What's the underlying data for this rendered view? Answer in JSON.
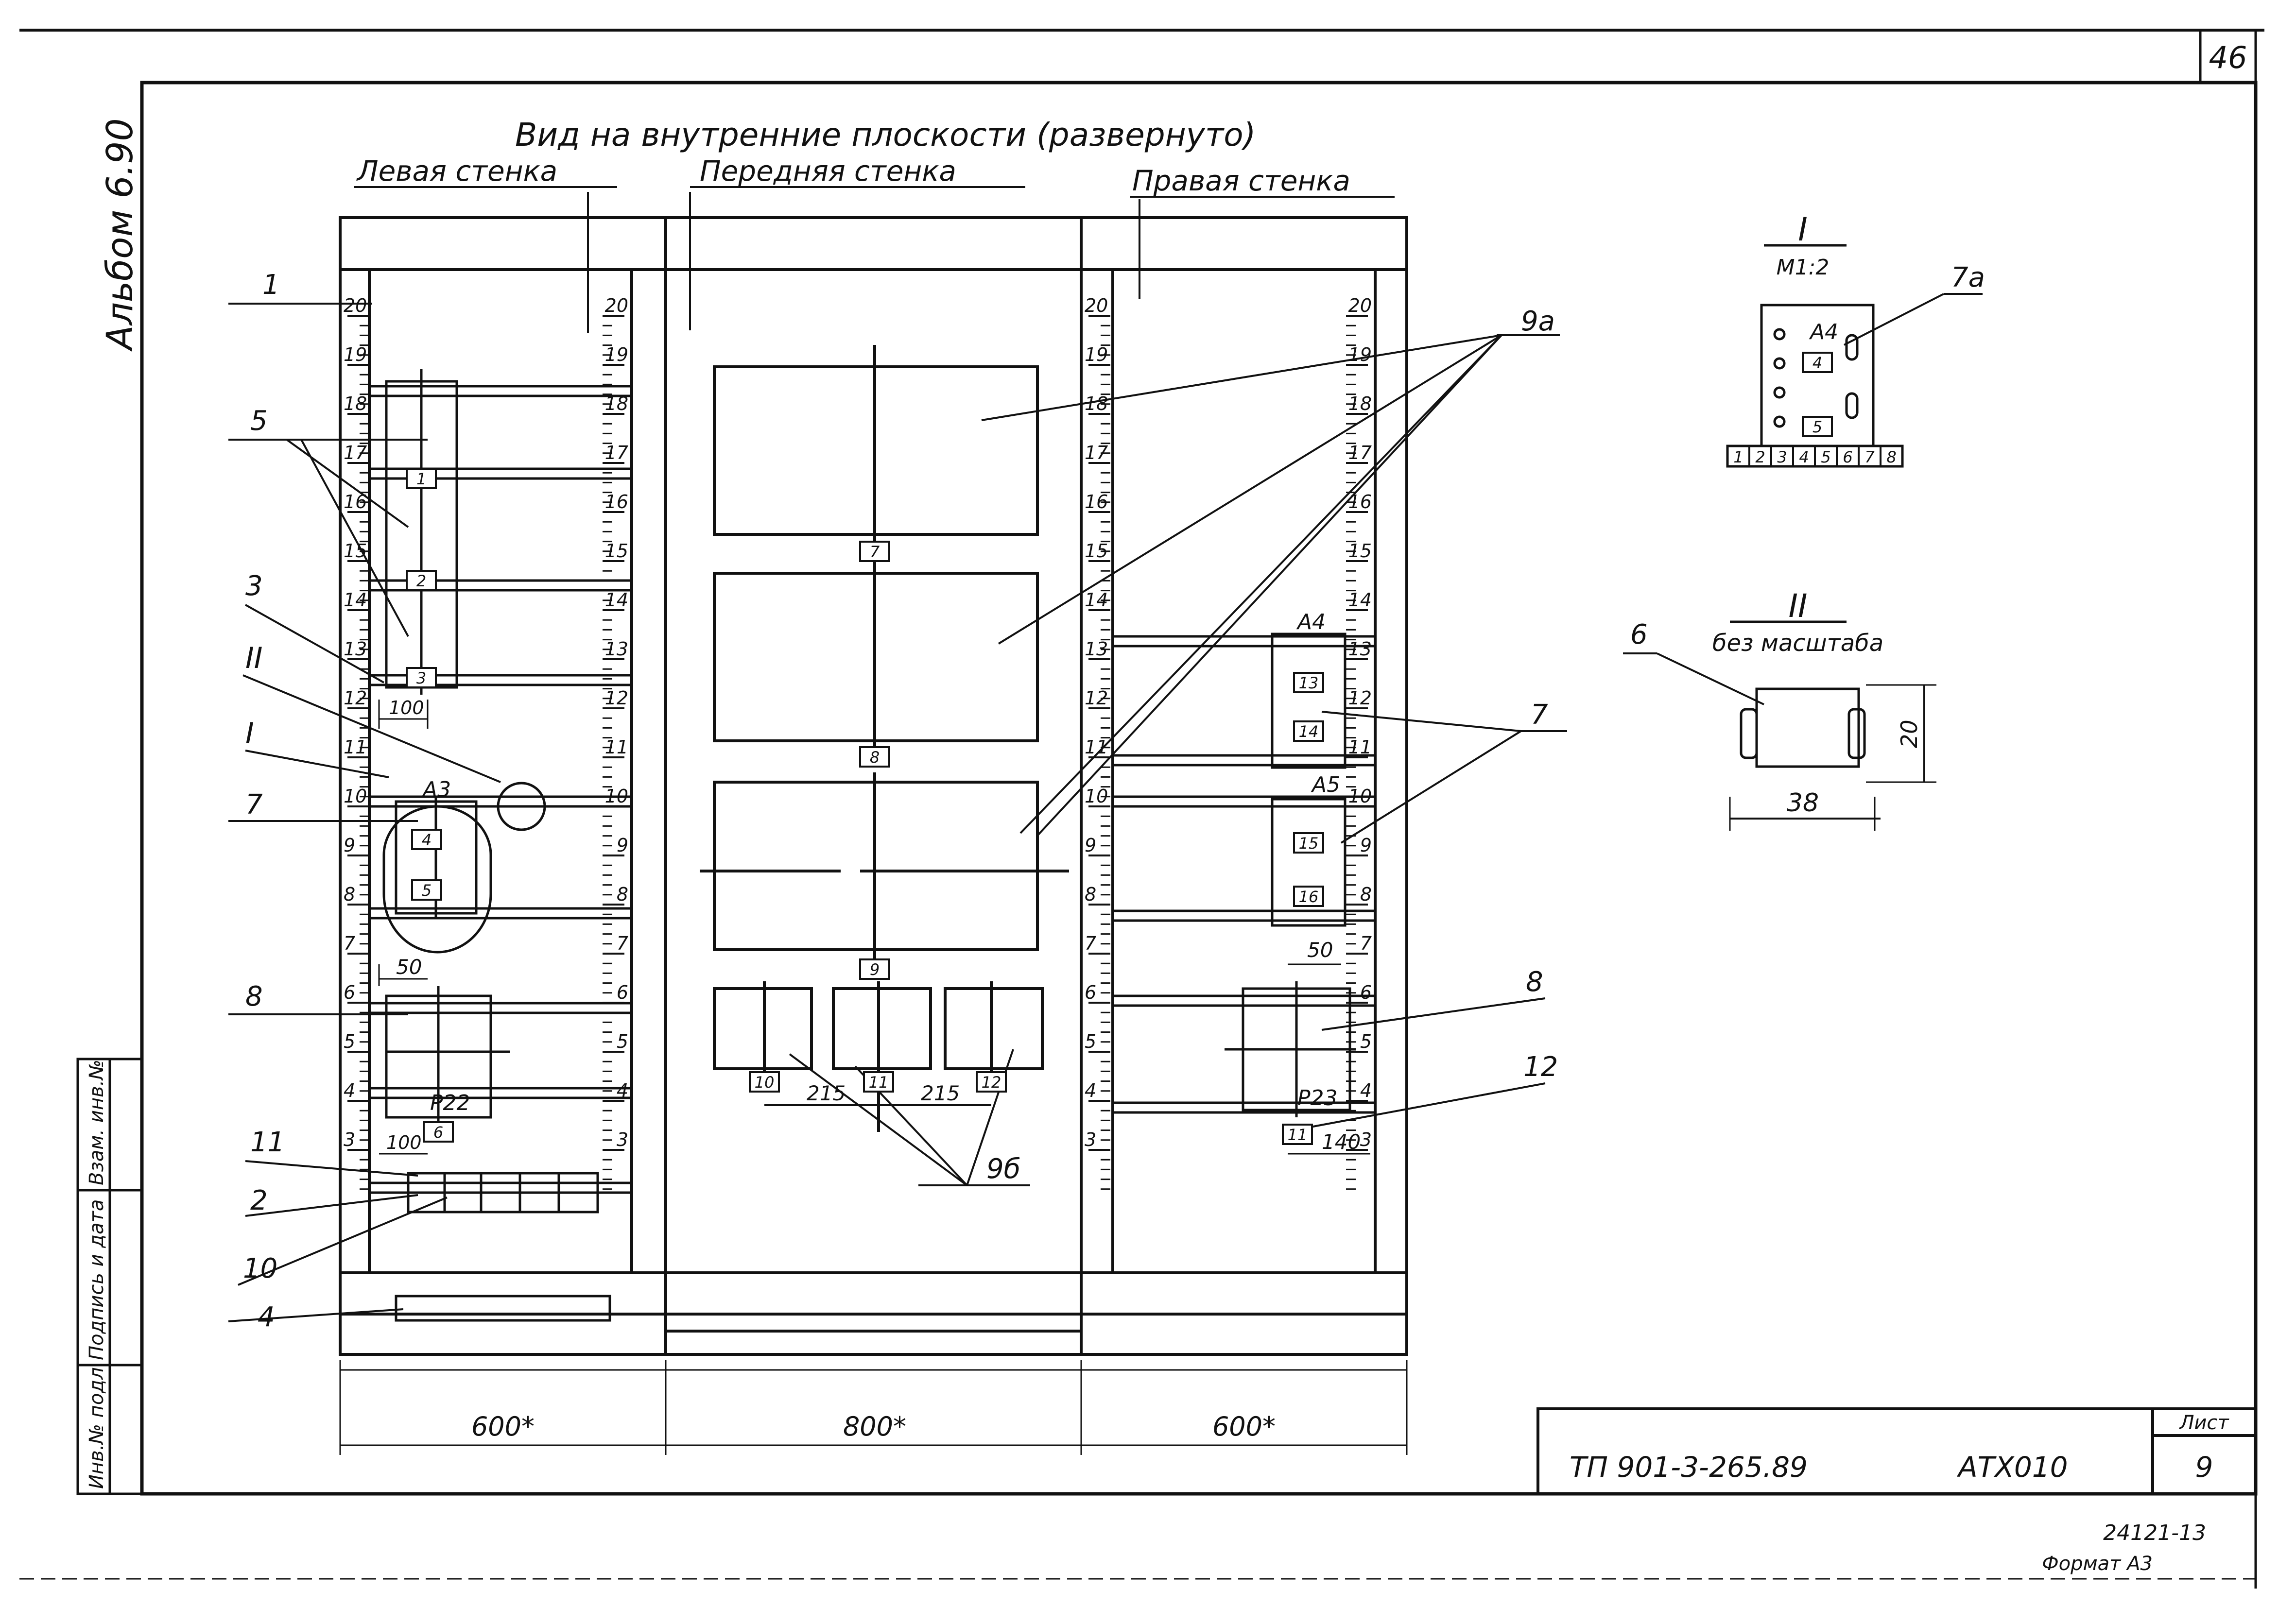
{
  "title": "Вид на внутренние плоскости (развернуто)",
  "walls": {
    "left": "Левая стенка",
    "front": "Передняя стенка",
    "right": "Правая стенка"
  },
  "sheet_corner": "46",
  "album": "Альбом 6.90",
  "side_stamp": [
    "Инв.№ подл.",
    "Подпись и дата",
    "Взам. инв.№"
  ],
  "ruler_scale": [
    "20",
    "19",
    "18",
    "17",
    "16",
    "15",
    "14",
    "13",
    "12",
    "11",
    "10",
    "9",
    "8",
    "7",
    "6",
    "5",
    "4",
    "3"
  ],
  "callouts": {
    "c1": "1",
    "c2": "2",
    "c3": "3",
    "c4": "4",
    "c5": "5",
    "c6": "6",
    "c7_left": "7",
    "c7_right": "7",
    "c7a": "7а",
    "c8_left": "8",
    "c8_right": "8",
    "c9a": "9а",
    "c9b": "9б",
    "c10": "10",
    "c11": "11",
    "c12": "12",
    "cI": "I",
    "cII": "II"
  },
  "device_labels": {
    "a3": "А3",
    "a4": "А4",
    "a5": "А5",
    "a4_detail": "А4",
    "p22": "Р22",
    "p23": "Р23"
  },
  "terminal_labels": {
    "t1": "1",
    "t2": "2",
    "t3": "3",
    "t4": "4",
    "t5": "5",
    "t6": "6",
    "t7": "7",
    "t8": "8",
    "t9": "9",
    "t10": "10",
    "t11": "11",
    "t12": "12",
    "t13": "13",
    "t14": "14",
    "t15": "15",
    "t16": "16"
  },
  "terminal_strip_detail": [
    "1",
    "2",
    "3",
    "4",
    "5",
    "6",
    "7",
    "8"
  ],
  "dimensions": {
    "d100_left": "100",
    "d50_left": "50",
    "d100_lower": "100",
    "d215_a": "215",
    "d215_b": "215",
    "d50_right": "50",
    "d140": "140",
    "w_left": "600*",
    "w_front": "800*",
    "w_right": "600*",
    "d38": "38",
    "d20": "20"
  },
  "detail_I": {
    "title": "I",
    "scale": "М1:2"
  },
  "detail_II": {
    "title": "II",
    "scale": "без масштаба"
  },
  "title_block": {
    "doc_code": "ТП 901-3-265.89",
    "mark": "АТХ010",
    "sheet_label": "Лист",
    "sheet_no": "9"
  },
  "footer": {
    "copy_no": "24121-13",
    "format": "Формат А3"
  }
}
